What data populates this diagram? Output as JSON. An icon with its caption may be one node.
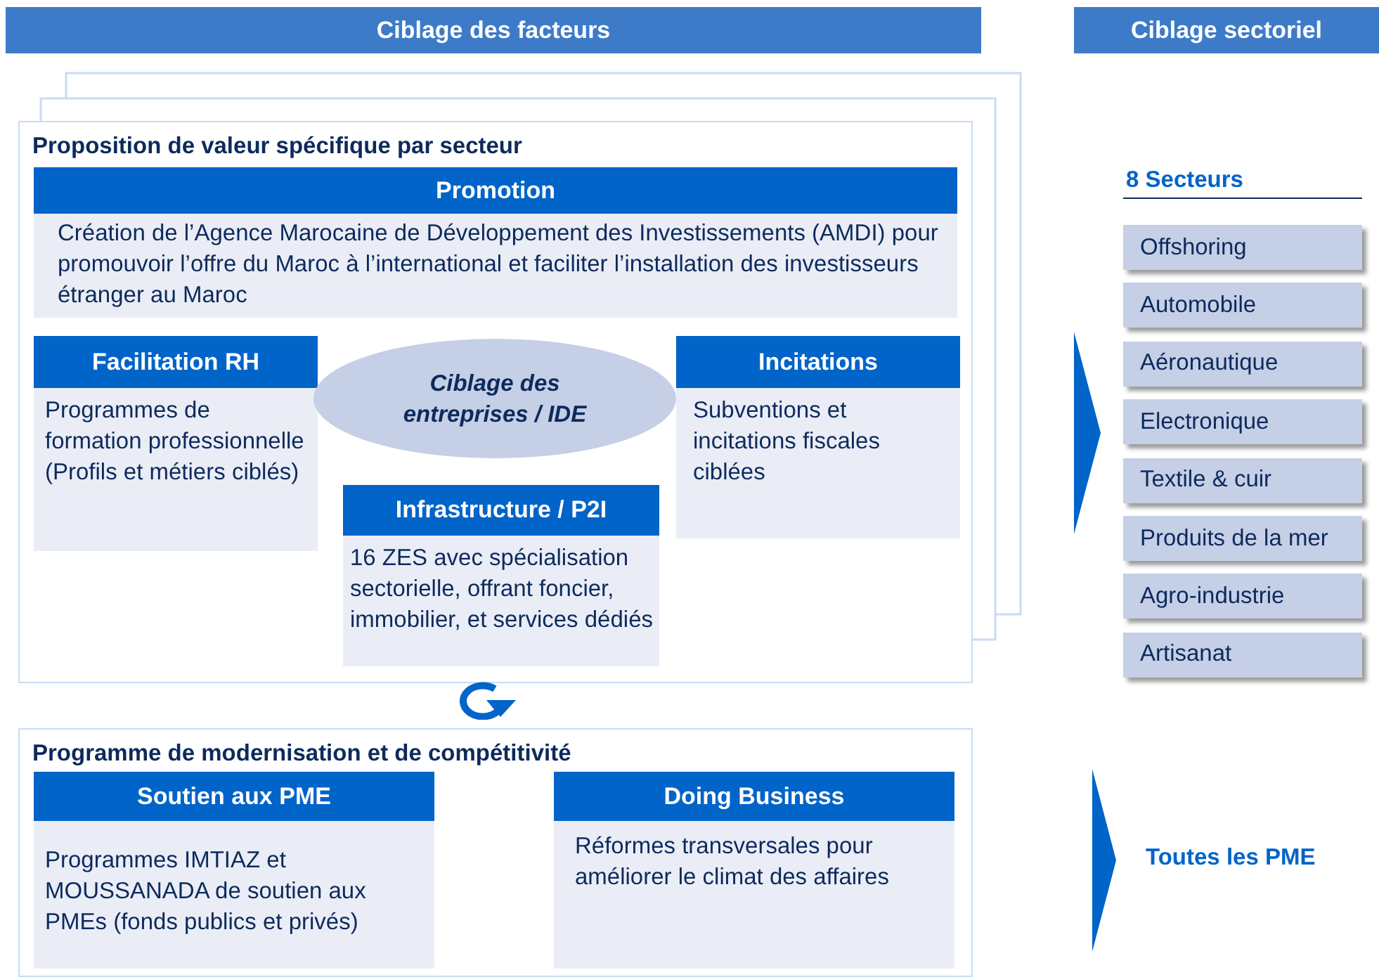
{
  "diagram": {
    "nodes": [
      {
        "text": [
          "Ciblage des facteurs"
        ]
      },
      {
        "text": [
          "Ciblage sectoriel"
        ]
      },
      {
        "text": [
          "Proposition de valeur spécifique par secteur"
        ]
      },
      {
        "text": [
          "Promotion",
          "Création de l’Agence Marocaine de Développement des Investissements (AMDI) pour promouvoir l’offre du Maroc à l’international et faciliter l’installation des investisseurs étranger au Maroc"
        ],
        "in": 2
      },
      {
        "text": [
          "Facilitation RH",
          "Programmes de formation professionnelle (Profils et métiers ciblés)"
        ],
        "in": 2
      },
      {
        "text": [
          "Ciblage des entreprises / IDE"
        ],
        "in": 2
      },
      {
        "text": [
          "Incitations",
          "Subventions et incitations fiscales ciblées"
        ],
        "in": 2
      },
      {
        "text": [
          "Infrastructure / P2I",
          "16 ZES avec spécialisation sectorielle, offrant foncier, immobilier, et services dédiés"
        ],
        "in": 2
      },
      {
        "text": [
          "Programme de modernisation et de compétitivité"
        ]
      },
      {
        "text": [
          "Soutien aux PME",
          "Programmes IMTIAZ et MOUSSANADA de soutien aux PMEs (fonds publics et privés)"
        ],
        "in": 8
      },
      {
        "text": [
          "Doing Business",
          "Réformes transversales pour améliorer le climat des affaires"
        ],
        "in": 8
      },
      {
        "text": [
          "Offshoring"
        ]
      },
      {
        "text": [
          "Automobile"
        ]
      },
      {
        "text": [
          "Aéronautique"
        ]
      },
      {
        "text": [
          "Electronique"
        ]
      },
      {
        "text": [
          "Textile & cuir"
        ]
      },
      {
        "text": [
          "Produits de la mer"
        ]
      },
      {
        "text": [
          "Agro-industrie"
        ]
      },
      {
        "text": [
          "Artisanat"
        ]
      }
    ],
    "labels": [
      "8 Secteurs",
      "Toutes les PME"
    ]
  }
}
